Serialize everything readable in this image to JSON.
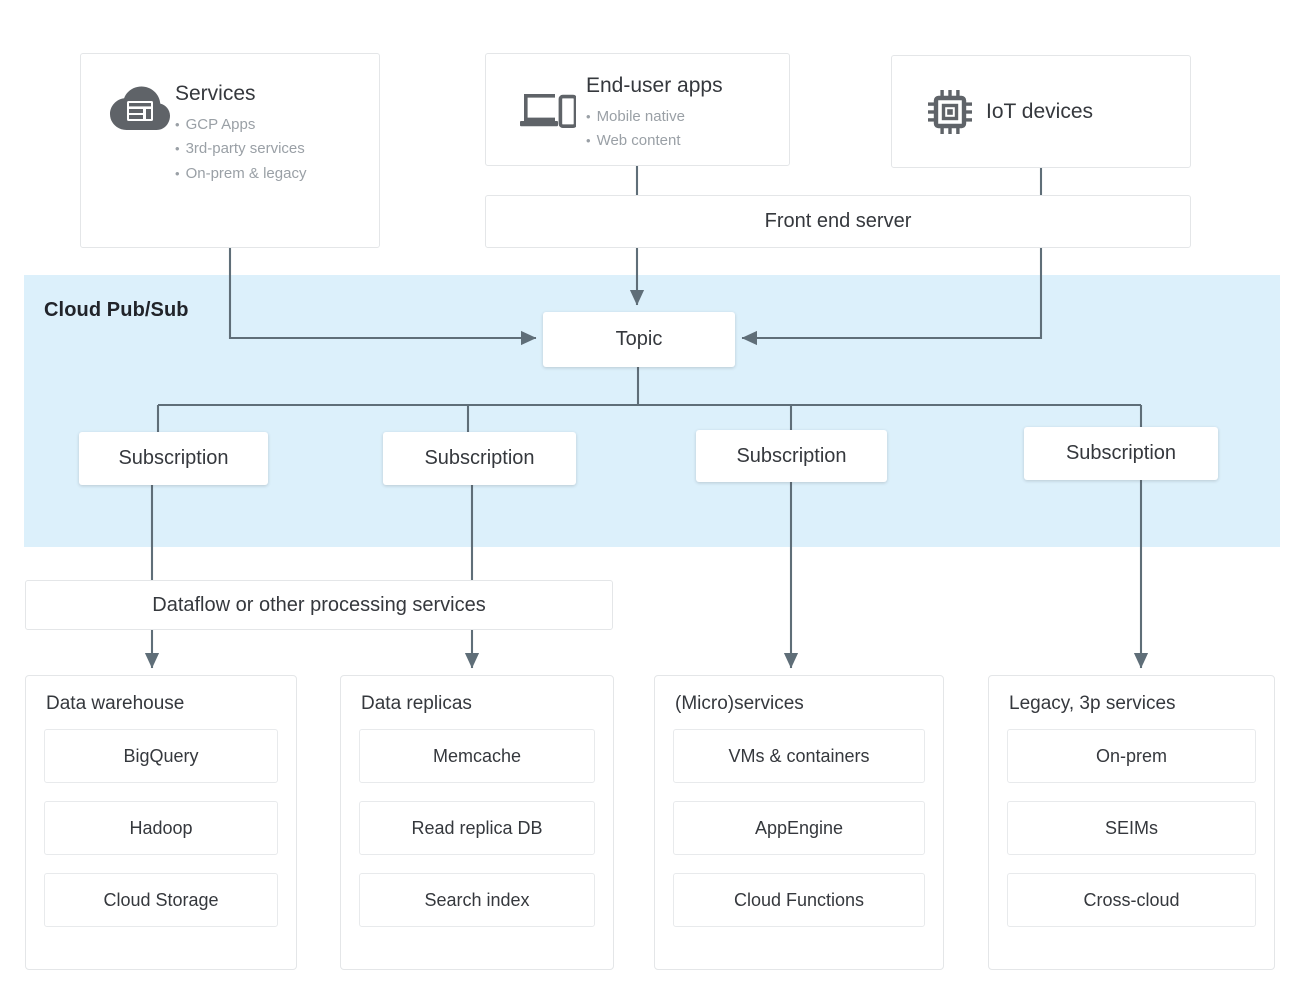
{
  "band": {
    "label": "Cloud Pub/Sub",
    "color": "#dcf0fb"
  },
  "sources": [
    {
      "title": "Services",
      "icon": "cloud-services-icon",
      "bullets": [
        "GCP Apps",
        "3rd-party services",
        "On-prem & legacy"
      ]
    },
    {
      "title": "End-user apps",
      "icon": "devices-icon",
      "bullets": [
        "Mobile native",
        "Web content"
      ]
    },
    {
      "title": "IoT devices",
      "icon": "chip-icon",
      "bullets": []
    }
  ],
  "frontend": {
    "label": "Front end server"
  },
  "topic": {
    "label": "Topic"
  },
  "subscriptions": [
    {
      "label": "Subscription"
    },
    {
      "label": "Subscription"
    },
    {
      "label": "Subscription"
    },
    {
      "label": "Subscription"
    }
  ],
  "dataflow": {
    "label": "Dataflow or other processing services"
  },
  "groups": [
    {
      "title": "Data warehouse",
      "items": [
        "BigQuery",
        "Hadoop",
        "Cloud Storage"
      ]
    },
    {
      "title": "Data replicas",
      "items": [
        "Memcache",
        "Read replica DB",
        "Search index"
      ]
    },
    {
      "title": "(Micro)services",
      "items": [
        "VMs & containers",
        "AppEngine",
        "Cloud Functions"
      ]
    },
    {
      "title": "Legacy, 3p services",
      "items": [
        "On-prem",
        "SEIMs",
        "Cross-cloud"
      ]
    }
  ],
  "colors": {
    "line": "#5f6e78",
    "text": "#35383d",
    "muted": "#9aa0a6",
    "icon": "#5f6368"
  }
}
